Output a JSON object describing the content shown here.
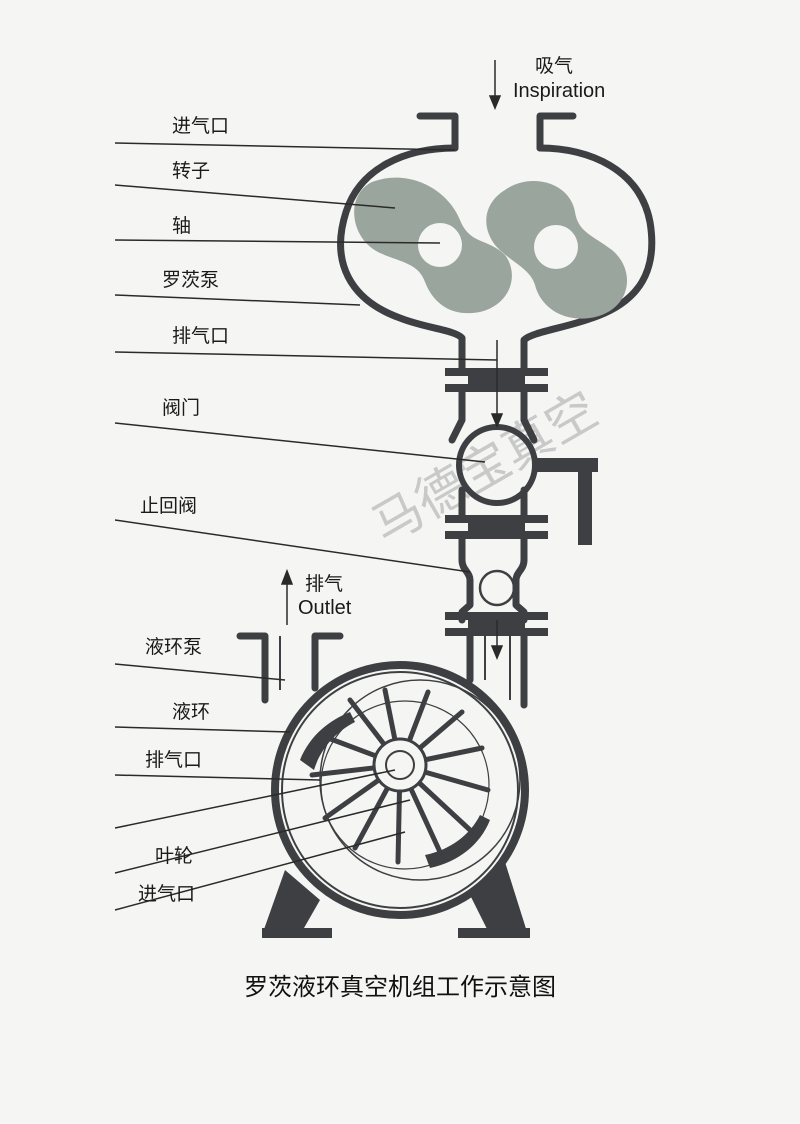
{
  "labels": {
    "inlet_top": "进气口",
    "rotor": "转子",
    "shaft": "轴",
    "roots_pump": "罗茨泵",
    "exhaust_top": "排气口",
    "valve": "阀门",
    "check_valve": "止回阀",
    "liquid_ring_pump": "液环泵",
    "liquid_ring": "液环",
    "exhaust_bottom": "排气口",
    "impeller": "叶轮",
    "inlet_bottom": "进气口"
  },
  "intake": {
    "cn": "吸气",
    "en": "Inspiration"
  },
  "outlet": {
    "cn": "排气",
    "en": "Outlet"
  },
  "caption": "罗茨液环真空机组工作示意图",
  "watermark": "马德宝真空",
  "colors": {
    "rotor_fill": "#9aa59e",
    "body_dark": "#3d3f42",
    "background": "#f5f5f3"
  }
}
